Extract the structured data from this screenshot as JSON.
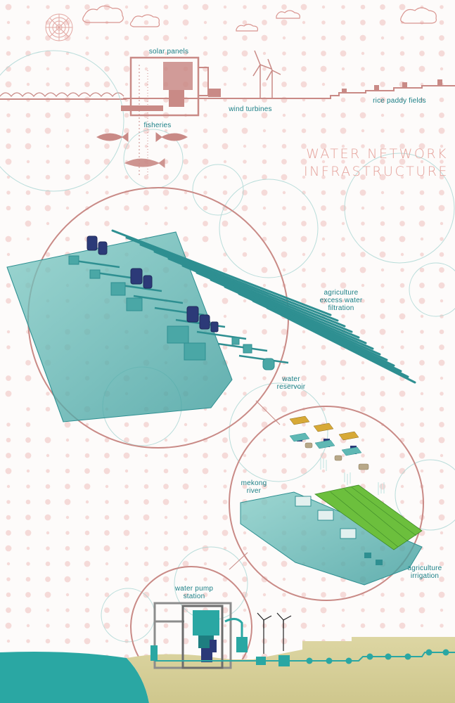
{
  "title": {
    "line1": "WATER NETWORK",
    "line2": "INFRASTRUCTURE"
  },
  "labels": {
    "solar_panels": "solar panels",
    "wind_turbines": "wind turbines",
    "rice_paddy_fields": "rice paddy fields",
    "fisheries": "fisheries",
    "agriculture_filtration_1": "agriculture",
    "agriculture_filtration_2": "excess water",
    "agriculture_filtration_3": "filtration",
    "water_reservoir_1": "water",
    "water_reservoir_2": "reservoir",
    "mekong_river_1": "mekong",
    "mekong_river_2": "river",
    "agriculture_irrigation_1": "agriculture",
    "agriculture_irrigation_2": "irrigation",
    "water_pump_station_1": "water pump",
    "water_pump_station_2": "station"
  },
  "colors": {
    "teal_label": "#1a7f86",
    "teal_structure": "#2e8f91",
    "teal_water": "#5fb8b4",
    "dusty_rose": "#c98a86",
    "pale_pink_dots": "#f1cfcc",
    "title_pink": "#e5a29b",
    "sand_ground": "#d8d19b",
    "paddy_green": "#6cbf3d",
    "navy_pump": "#2c3a78"
  }
}
